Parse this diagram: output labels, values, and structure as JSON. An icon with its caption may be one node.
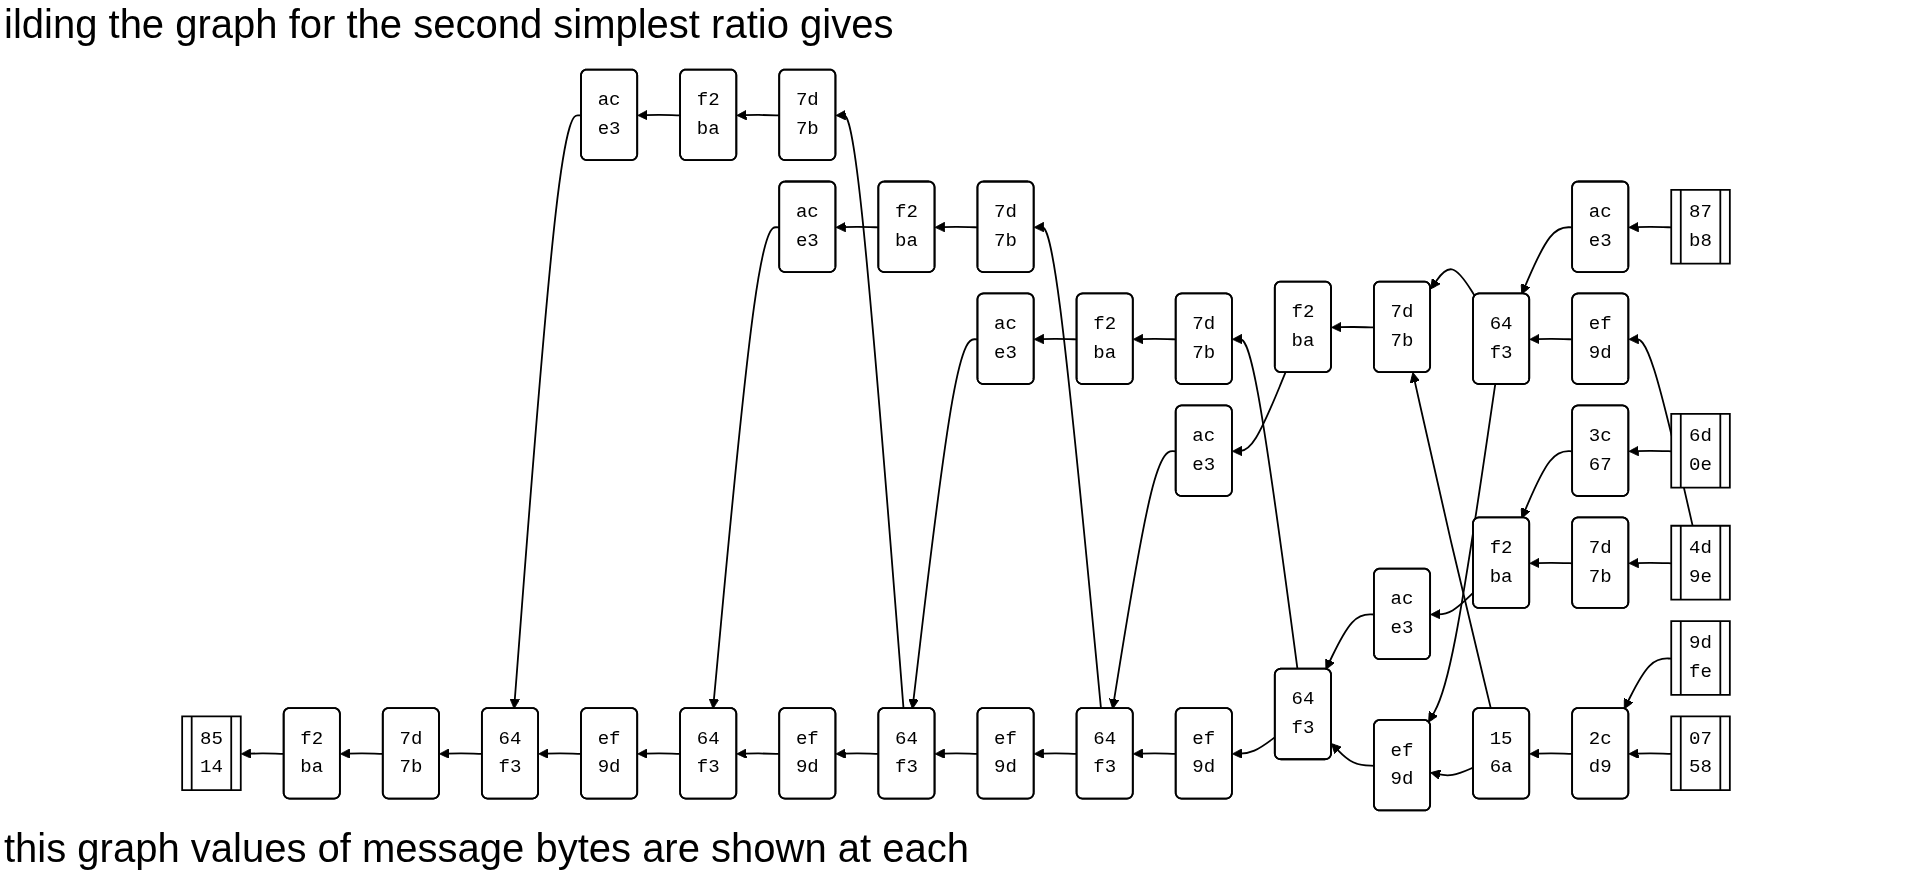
{
  "diagram": {
    "nodes": [
      {
        "text": [
          "3c",
          "67"
        ]
      },
      {
        "text": [
          "6d",
          "0e"
        ]
      },
      {
        "text": [
          "85",
          "14"
        ]
      },
      {
        "text": [
          "f2",
          "ba"
        ]
      },
      {
        "text": [
          "ac",
          "e3"
        ]
      },
      {
        "text": [
          "f2",
          "ba"
        ]
      },
      {
        "text": [
          "ac",
          "e3"
        ]
      },
      {
        "text": [
          "f2",
          "ba"
        ]
      },
      {
        "text": [
          "ac",
          "e3"
        ]
      },
      {
        "text": [
          "f2",
          "ba"
        ]
      },
      {
        "text": [
          "ac",
          "e3"
        ]
      },
      {
        "text": [
          "f2",
          "ba"
        ]
      },
      {
        "text": [
          "ac",
          "e3"
        ]
      },
      {
        "text": [
          "f2",
          "ba"
        ]
      },
      {
        "text": [
          "ac",
          "e3"
        ]
      },
      {
        "text": [
          "87",
          "b8"
        ]
      },
      {
        "text": [
          "7d",
          "7b"
        ]
      },
      {
        "text": [
          "64",
          "f3"
        ]
      },
      {
        "text": [
          "64",
          "f3"
        ]
      },
      {
        "text": [
          "7d",
          "7b"
        ]
      },
      {
        "text": [
          "64",
          "f3"
        ]
      },
      {
        "text": [
          "7d",
          "7b"
        ]
      },
      {
        "text": [
          "64",
          "f3"
        ]
      },
      {
        "text": [
          "7d",
          "7b"
        ]
      },
      {
        "text": [
          "64",
          "f3"
        ]
      },
      {
        "text": [
          "7d",
          "7b"
        ]
      },
      {
        "text": [
          "64",
          "f3"
        ]
      },
      {
        "text": [
          "7d",
          "7b"
        ]
      },
      {
        "text": [
          "4d",
          "9e"
        ]
      },
      {
        "text": [
          "ef",
          "9d"
        ]
      },
      {
        "text": [
          "ef",
          "9d"
        ]
      },
      {
        "text": [
          "ef",
          "9d"
        ]
      },
      {
        "text": [
          "ef",
          "9d"
        ]
      },
      {
        "text": [
          "ef",
          "9d"
        ]
      },
      {
        "text": [
          "15",
          "6a"
        ]
      },
      {
        "text": [
          "ef",
          "9d"
        ]
      },
      {
        "text": [
          "9d",
          "fe"
        ]
      },
      {
        "text": [
          "2c",
          "d9"
        ]
      },
      {
        "text": [
          "07",
          "58"
        ]
      }
    ],
    "edges": [
      {
        "from": 3,
        "to": 2,
        "arrow": "to"
      },
      {
        "from": 16,
        "to": 3,
        "arrow": "to"
      },
      {
        "from": 17,
        "to": 16,
        "arrow": "to"
      },
      {
        "from": 4,
        "to": 17,
        "arrow": "to"
      },
      {
        "from": 29,
        "to": 17,
        "arrow": "to"
      },
      {
        "from": 5,
        "to": 4,
        "arrow": "to"
      },
      {
        "from": 18,
        "to": 29,
        "arrow": "to"
      },
      {
        "from": 19,
        "to": 5,
        "arrow": "to"
      },
      {
        "from": 6,
        "to": 18,
        "arrow": "to"
      },
      {
        "from": 30,
        "to": 18,
        "arrow": "to"
      },
      {
        "from": 7,
        "to": 6,
        "arrow": "to"
      },
      {
        "from": 20,
        "to": 19,
        "arrow": "to"
      },
      {
        "from": 20,
        "to": 30,
        "arrow": "to"
      },
      {
        "from": 21,
        "to": 7,
        "arrow": "to"
      },
      {
        "from": 8,
        "to": 20,
        "arrow": "to"
      },
      {
        "from": 31,
        "to": 20,
        "arrow": "to"
      },
      {
        "from": 9,
        "to": 8,
        "arrow": "to"
      },
      {
        "from": 22,
        "to": 21,
        "arrow": "to"
      },
      {
        "from": 22,
        "to": 31,
        "arrow": "to"
      },
      {
        "from": 23,
        "to": 9,
        "arrow": "to"
      },
      {
        "from": 10,
        "to": 22,
        "arrow": "to"
      },
      {
        "from": 32,
        "to": 22,
        "arrow": "to"
      },
      {
        "from": 11,
        "to": 10,
        "arrow": "to"
      },
      {
        "from": 24,
        "to": 23,
        "arrow": "to"
      },
      {
        "from": 24,
        "to": 32,
        "arrow": "to"
      },
      {
        "from": 25,
        "to": 11,
        "arrow": "to"
      },
      {
        "from": 12,
        "to": 24,
        "arrow": "to"
      },
      {
        "from": 33,
        "to": 24,
        "arrow": "to"
      },
      {
        "from": 13,
        "to": 12,
        "arrow": "to"
      },
      {
        "from": 26,
        "to": 25,
        "arrow": "to"
      },
      {
        "from": 26,
        "to": 33,
        "arrow": "to"
      },
      {
        "from": 34,
        "to": 25,
        "arrow": "to"
      },
      {
        "from": 34,
        "to": 33,
        "arrow": "to"
      },
      {
        "from": 0,
        "to": 13,
        "arrow": "to"
      },
      {
        "from": 27,
        "to": 13,
        "arrow": "to"
      },
      {
        "from": 14,
        "to": 26,
        "arrow": "to"
      },
      {
        "from": 35,
        "to": 26,
        "arrow": "to"
      },
      {
        "from": 37,
        "to": 34,
        "arrow": "to"
      },
      {
        "from": 1,
        "to": 0,
        "arrow": "to"
      },
      {
        "from": 15,
        "to": 14,
        "arrow": "to"
      },
      {
        "from": 28,
        "to": 27,
        "arrow": "to"
      },
      {
        "from": 28,
        "to": 35,
        "arrow": "to"
      },
      {
        "from": 36,
        "to": 37,
        "arrow": "to"
      },
      {
        "from": 38,
        "to": 37,
        "arrow": "to"
      }
    ],
    "labels": [
      "ilding the graph for the second simplest ratio gives",
      "this graph values of message bytes are shown at each"
    ]
  }
}
